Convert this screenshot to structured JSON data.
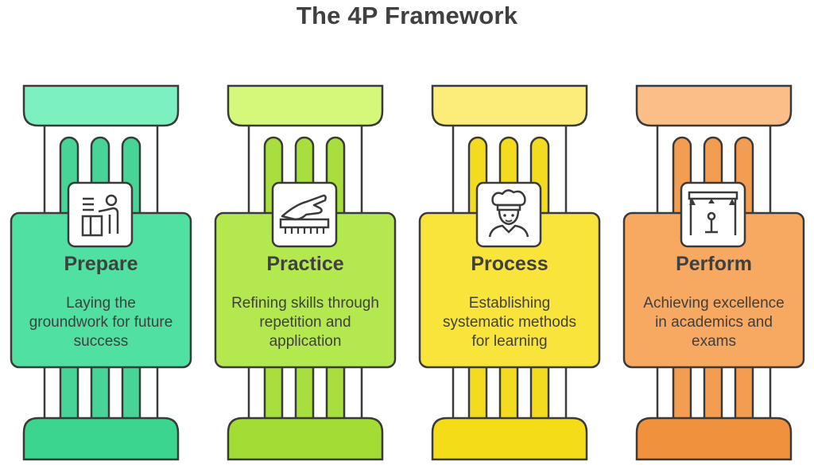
{
  "title": "The 4P Framework",
  "pillars": [
    {
      "title": "Prepare",
      "desc": "Laying the groundwork for future success",
      "icon": "teacher-icon",
      "colors": {
        "top": "#7DF0C0",
        "flute": "#48D496",
        "main": "#4FE0A2",
        "bottom": "#3BD590"
      }
    },
    {
      "title": "Practice",
      "desc": "Refining skills through repetition and application",
      "icon": "piano-hand-icon",
      "colors": {
        "top": "#D6F87A",
        "flute": "#A8DF3E",
        "main": "#B3E84E",
        "bottom": "#A2DC34"
      }
    },
    {
      "title": "Process",
      "desc": "Establishing systematic methods for learning",
      "icon": "chef-icon",
      "colors": {
        "top": "#FCED7A",
        "flute": "#F3DC1F",
        "main": "#F8E43A",
        "bottom": "#F4DC18"
      }
    },
    {
      "title": "Perform",
      "desc": "Achieving excellence in academics and exams",
      "icon": "stage-microphone-icon",
      "colors": {
        "top": "#FBBE88",
        "flute": "#F39D52",
        "main": "#F7A861",
        "bottom": "#F0913D"
      }
    }
  ]
}
